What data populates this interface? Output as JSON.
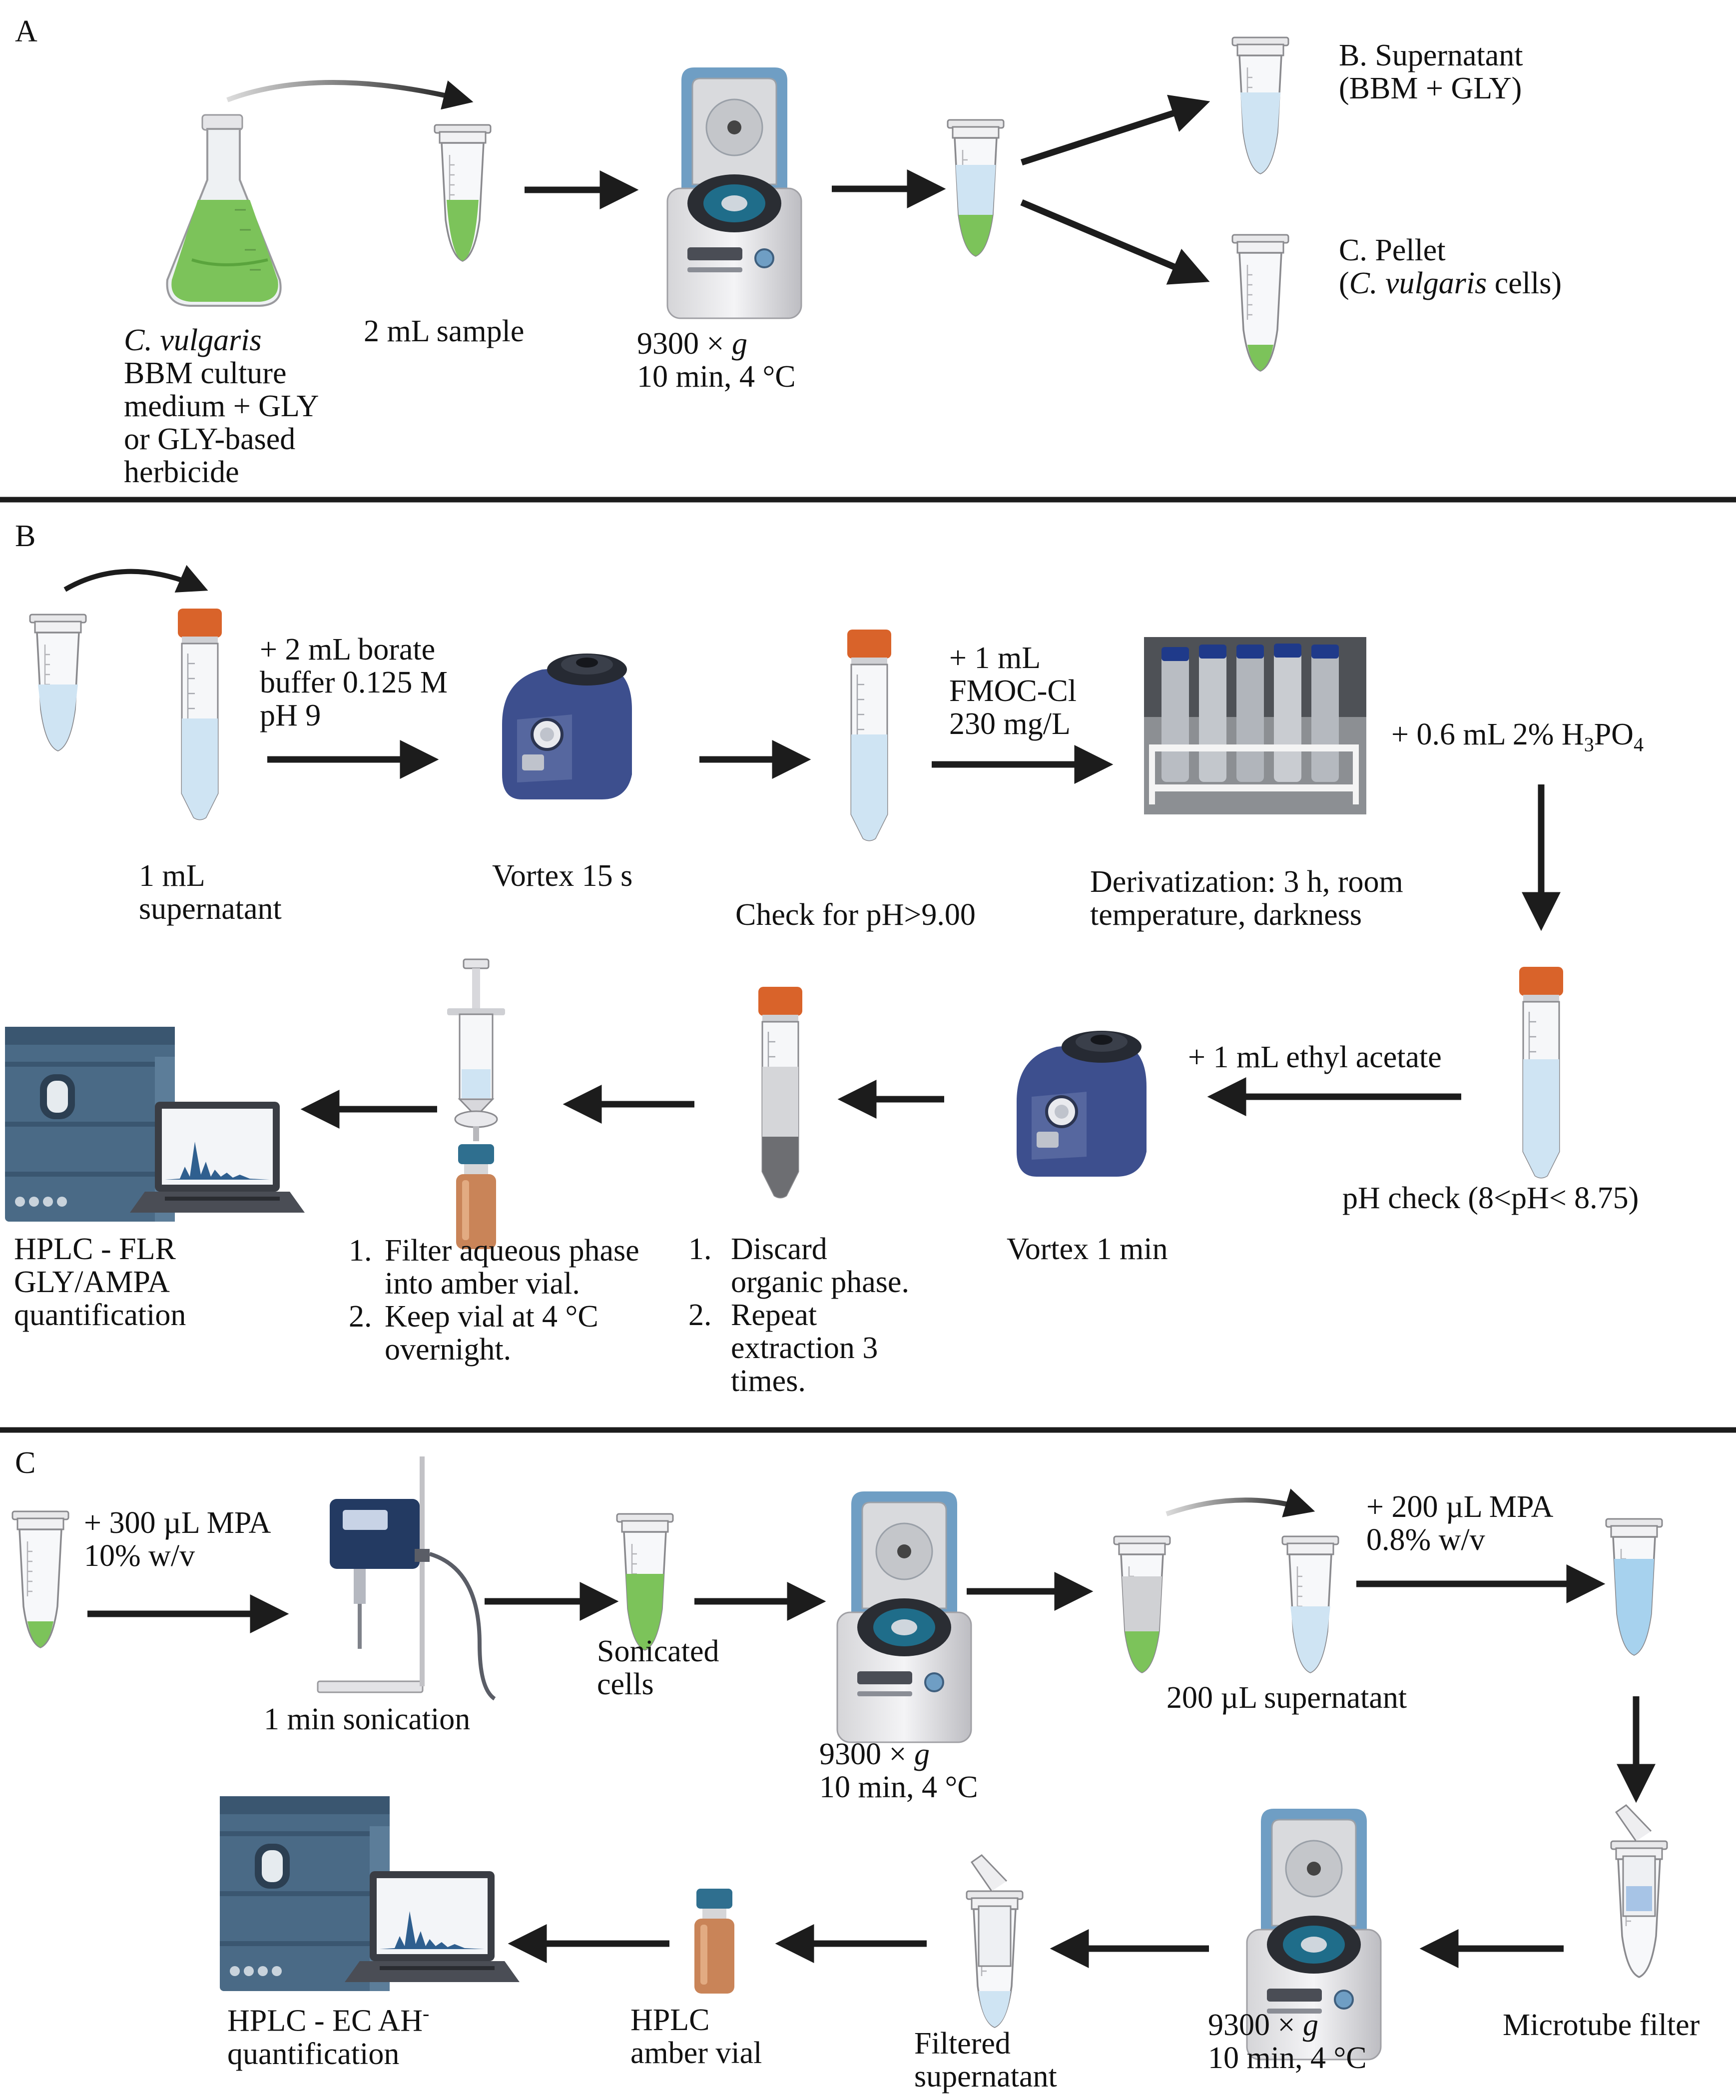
{
  "panels": {
    "a": "A",
    "b": "B",
    "c": "C"
  },
  "panel_a": {
    "culture_species": "C. vulgaris",
    "culture_line1": "BBM culture",
    "culture_line2": "medium + GLY",
    "culture_line3": "or GLY-based",
    "culture_line4": "herbicide",
    "sample": "2 mL sample",
    "centrifuge_line1_prefix": "9300 × ",
    "centrifuge_line1_g": "g",
    "centrifuge_line2": "10 min, 4 °C",
    "supernatant_line1": "B. Supernatant",
    "supernatant_line2": "(BBM + GLY)",
    "pellet_line1": "C. Pellet",
    "pellet_line2_open": "(",
    "pellet_line2_species": "C. vulgaris",
    "pellet_line2_rest": " cells)"
  },
  "panel_b": {
    "supernatant_line1": "1 mL",
    "supernatant_line2": "supernatant",
    "borate_line1": "+ 2 mL borate",
    "borate_line2": "buffer 0.125 M",
    "borate_line3": "pH 9",
    "vortex15": "Vortex 15 s",
    "ph_check": "Check for pH>9.00",
    "fmoc_line1": "+ 1 mL",
    "fmoc_line2": "FMOC-Cl",
    "fmoc_line3": "230 mg/L",
    "deriv_line1": "Derivatization: 3 h, room",
    "deriv_line2": "temperature, darkness",
    "h3po4_prefix": "+ 0.6 mL 2% H",
    "h3po4_sub1": "3",
    "h3po4_mid": "PO",
    "h3po4_sub2": "4",
    "ph_check2": "pH check (8<pH< 8.75)",
    "ethyl_acetate": "+ 1 mL ethyl acetate",
    "vortex1": "Vortex 1 min",
    "discard_n1": "1.",
    "discard_l1": "Discard",
    "discard_l2": "organic phase.",
    "discard_n2": "2.",
    "discard_l3": "Repeat",
    "discard_l4": "extraction 3",
    "discard_l5": "times.",
    "filter_n1": "1.",
    "filter_l1": "Filter aqueous phase",
    "filter_l2": "into amber vial.",
    "filter_n2": "2.",
    "filter_l3": "Keep vial at 4 °C",
    "filter_l4": "overnight.",
    "hplc_line1": "HPLC - FLR",
    "hplc_line2": "GLY/AMPA",
    "hplc_line3": "quantification"
  },
  "panel_c": {
    "mpa300_line1": "+ 300 µL MPA",
    "mpa300_line2": "10% w/v",
    "sonication": "1 min sonication",
    "sonicated_line1": "Sonicated",
    "sonicated_line2": "cells",
    "centrifuge_line1_prefix": "9300 × ",
    "centrifuge_line1_g": "g",
    "centrifuge_line2": "10 min, 4 °C",
    "supernatant200": "200 µL supernatant",
    "mpa200_line1": "+ 200 µL MPA",
    "mpa200_line2": "0.8% w/v",
    "microtube_filter": "Microtube filter",
    "centrifuge2_line1_prefix": "9300 × ",
    "centrifuge2_line1_g": "g",
    "centrifuge2_line2": "10 min, 4 °C",
    "filtered_line1": "Filtered",
    "filtered_line2": "supernatant",
    "vial_line1": "HPLC",
    "vial_line2": "amber vial",
    "hplc_line1_prefix": "HPLC - EC AH",
    "hplc_line1_sup": "-",
    "hplc_line2": "quantification"
  },
  "colors": {
    "culture_green": "#7cc35a",
    "supernatant_blue": "#cfe4f3",
    "tube_cap_orange": "#d9632a",
    "vortex_blue": "#3d4f8e",
    "centrifuge_lid": "#6f9ec4",
    "hplc_blue": "#4a6a86",
    "amber_vial": "#c98458",
    "vial_cap_blue": "#2f6f8f",
    "arrow": "#1c1c1c"
  }
}
